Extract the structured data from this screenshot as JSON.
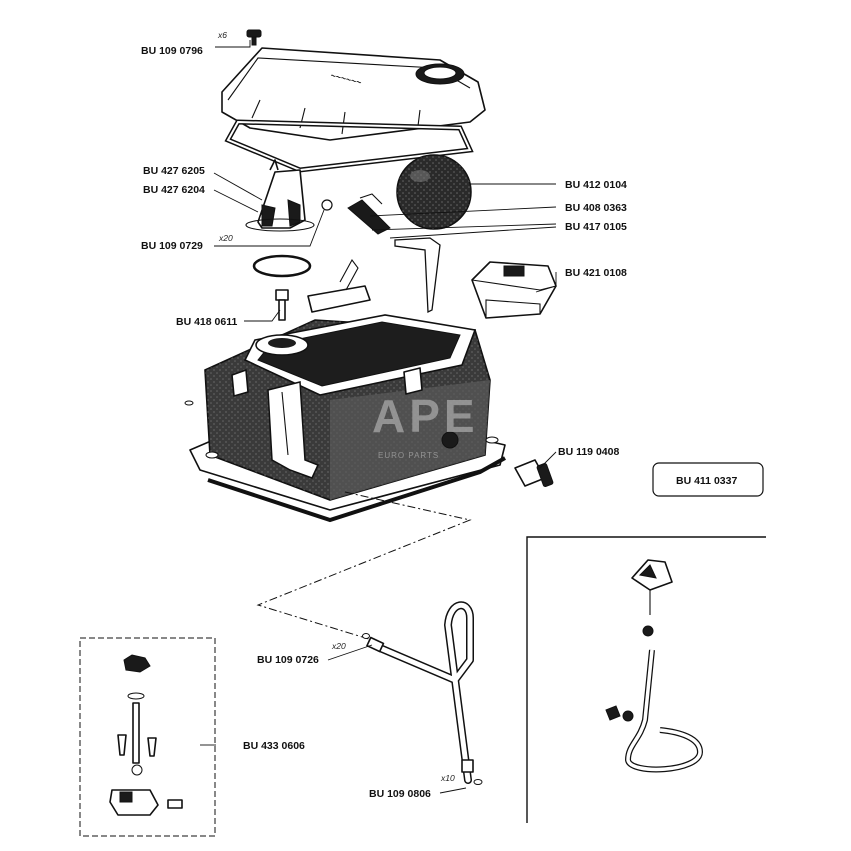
{
  "watermark": {
    "logo": "APE",
    "tagline": "EURO PARTS"
  },
  "labels": {
    "p1": "BU 109 0796",
    "p2": "BU 427 6205",
    "p3": "BU 427 6204",
    "p4": "BU 109 0729",
    "p5": "BU 418 0611",
    "p6": "BU 412 0104",
    "p7": "BU 408 0363",
    "p8": "BU 417 0105",
    "p9": "BU 421 0108",
    "p10": "BU 119 0408",
    "p11": "BU 411 0337",
    "p12": "BU 109 0726",
    "p13": "BU 433 0606",
    "p14": "BU 109 0806"
  },
  "quantities": {
    "q1": "x6",
    "q2": "x20",
    "q3": "x20",
    "q4": "x10"
  },
  "colors": {
    "ink": "#111111",
    "paper": "#ffffff",
    "watermark": "#c8c8c8"
  }
}
